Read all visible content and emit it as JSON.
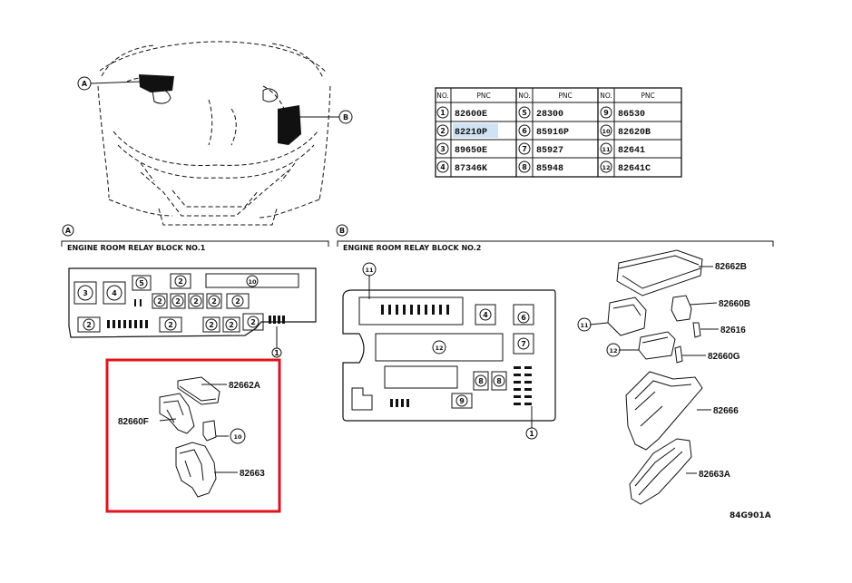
{
  "callouts": {
    "a": "A",
    "b": "B"
  },
  "sections": {
    "a": {
      "tag": "A",
      "title": "ENGINE ROOM RELAY BLOCK NO.1"
    },
    "b": {
      "tag": "B",
      "title": "ENGINE ROOM RELAY BLOCK NO.2"
    }
  },
  "table": {
    "headers": [
      "NO.",
      "PNC",
      "NO.",
      "PNC",
      "NO.",
      "PNC"
    ],
    "rows": [
      [
        {
          "no": "1",
          "pnc": "82600E"
        },
        {
          "no": "5",
          "pnc": "28300"
        },
        {
          "no": "9",
          "pnc": "86530"
        }
      ],
      [
        {
          "no": "2",
          "pnc": "82210P"
        },
        {
          "no": "6",
          "pnc": "85916P"
        },
        {
          "no": "10",
          "pnc": "82620B"
        }
      ],
      [
        {
          "no": "3",
          "pnc": "89650E"
        },
        {
          "no": "7",
          "pnc": "85927"
        },
        {
          "no": "11",
          "pnc": "82641"
        }
      ],
      [
        {
          "no": "4",
          "pnc": "87346K"
        },
        {
          "no": "8",
          "pnc": "85948"
        },
        {
          "no": "12",
          "pnc": "82641C"
        }
      ]
    ],
    "highlight_color": "#cfe3f5"
  },
  "block1": {
    "numbers": [
      "3",
      "4",
      "5",
      "2",
      "10",
      "2",
      "2",
      "2",
      "2",
      "2",
      "2",
      "2",
      "2",
      "2",
      "2",
      "1"
    ]
  },
  "block2": {
    "numbers": [
      "11",
      "4",
      "6",
      "12",
      "7",
      "8",
      "8",
      "9",
      "1"
    ]
  },
  "parts_a": [
    "82662A",
    "82660F",
    "10",
    "82663"
  ],
  "parts_b": [
    "82662B",
    "82660B",
    "11",
    "82616",
    "12",
    "82660G",
    "82666",
    "82663A"
  ],
  "highlight_box_color": "#e0141e",
  "code": "84G901A"
}
